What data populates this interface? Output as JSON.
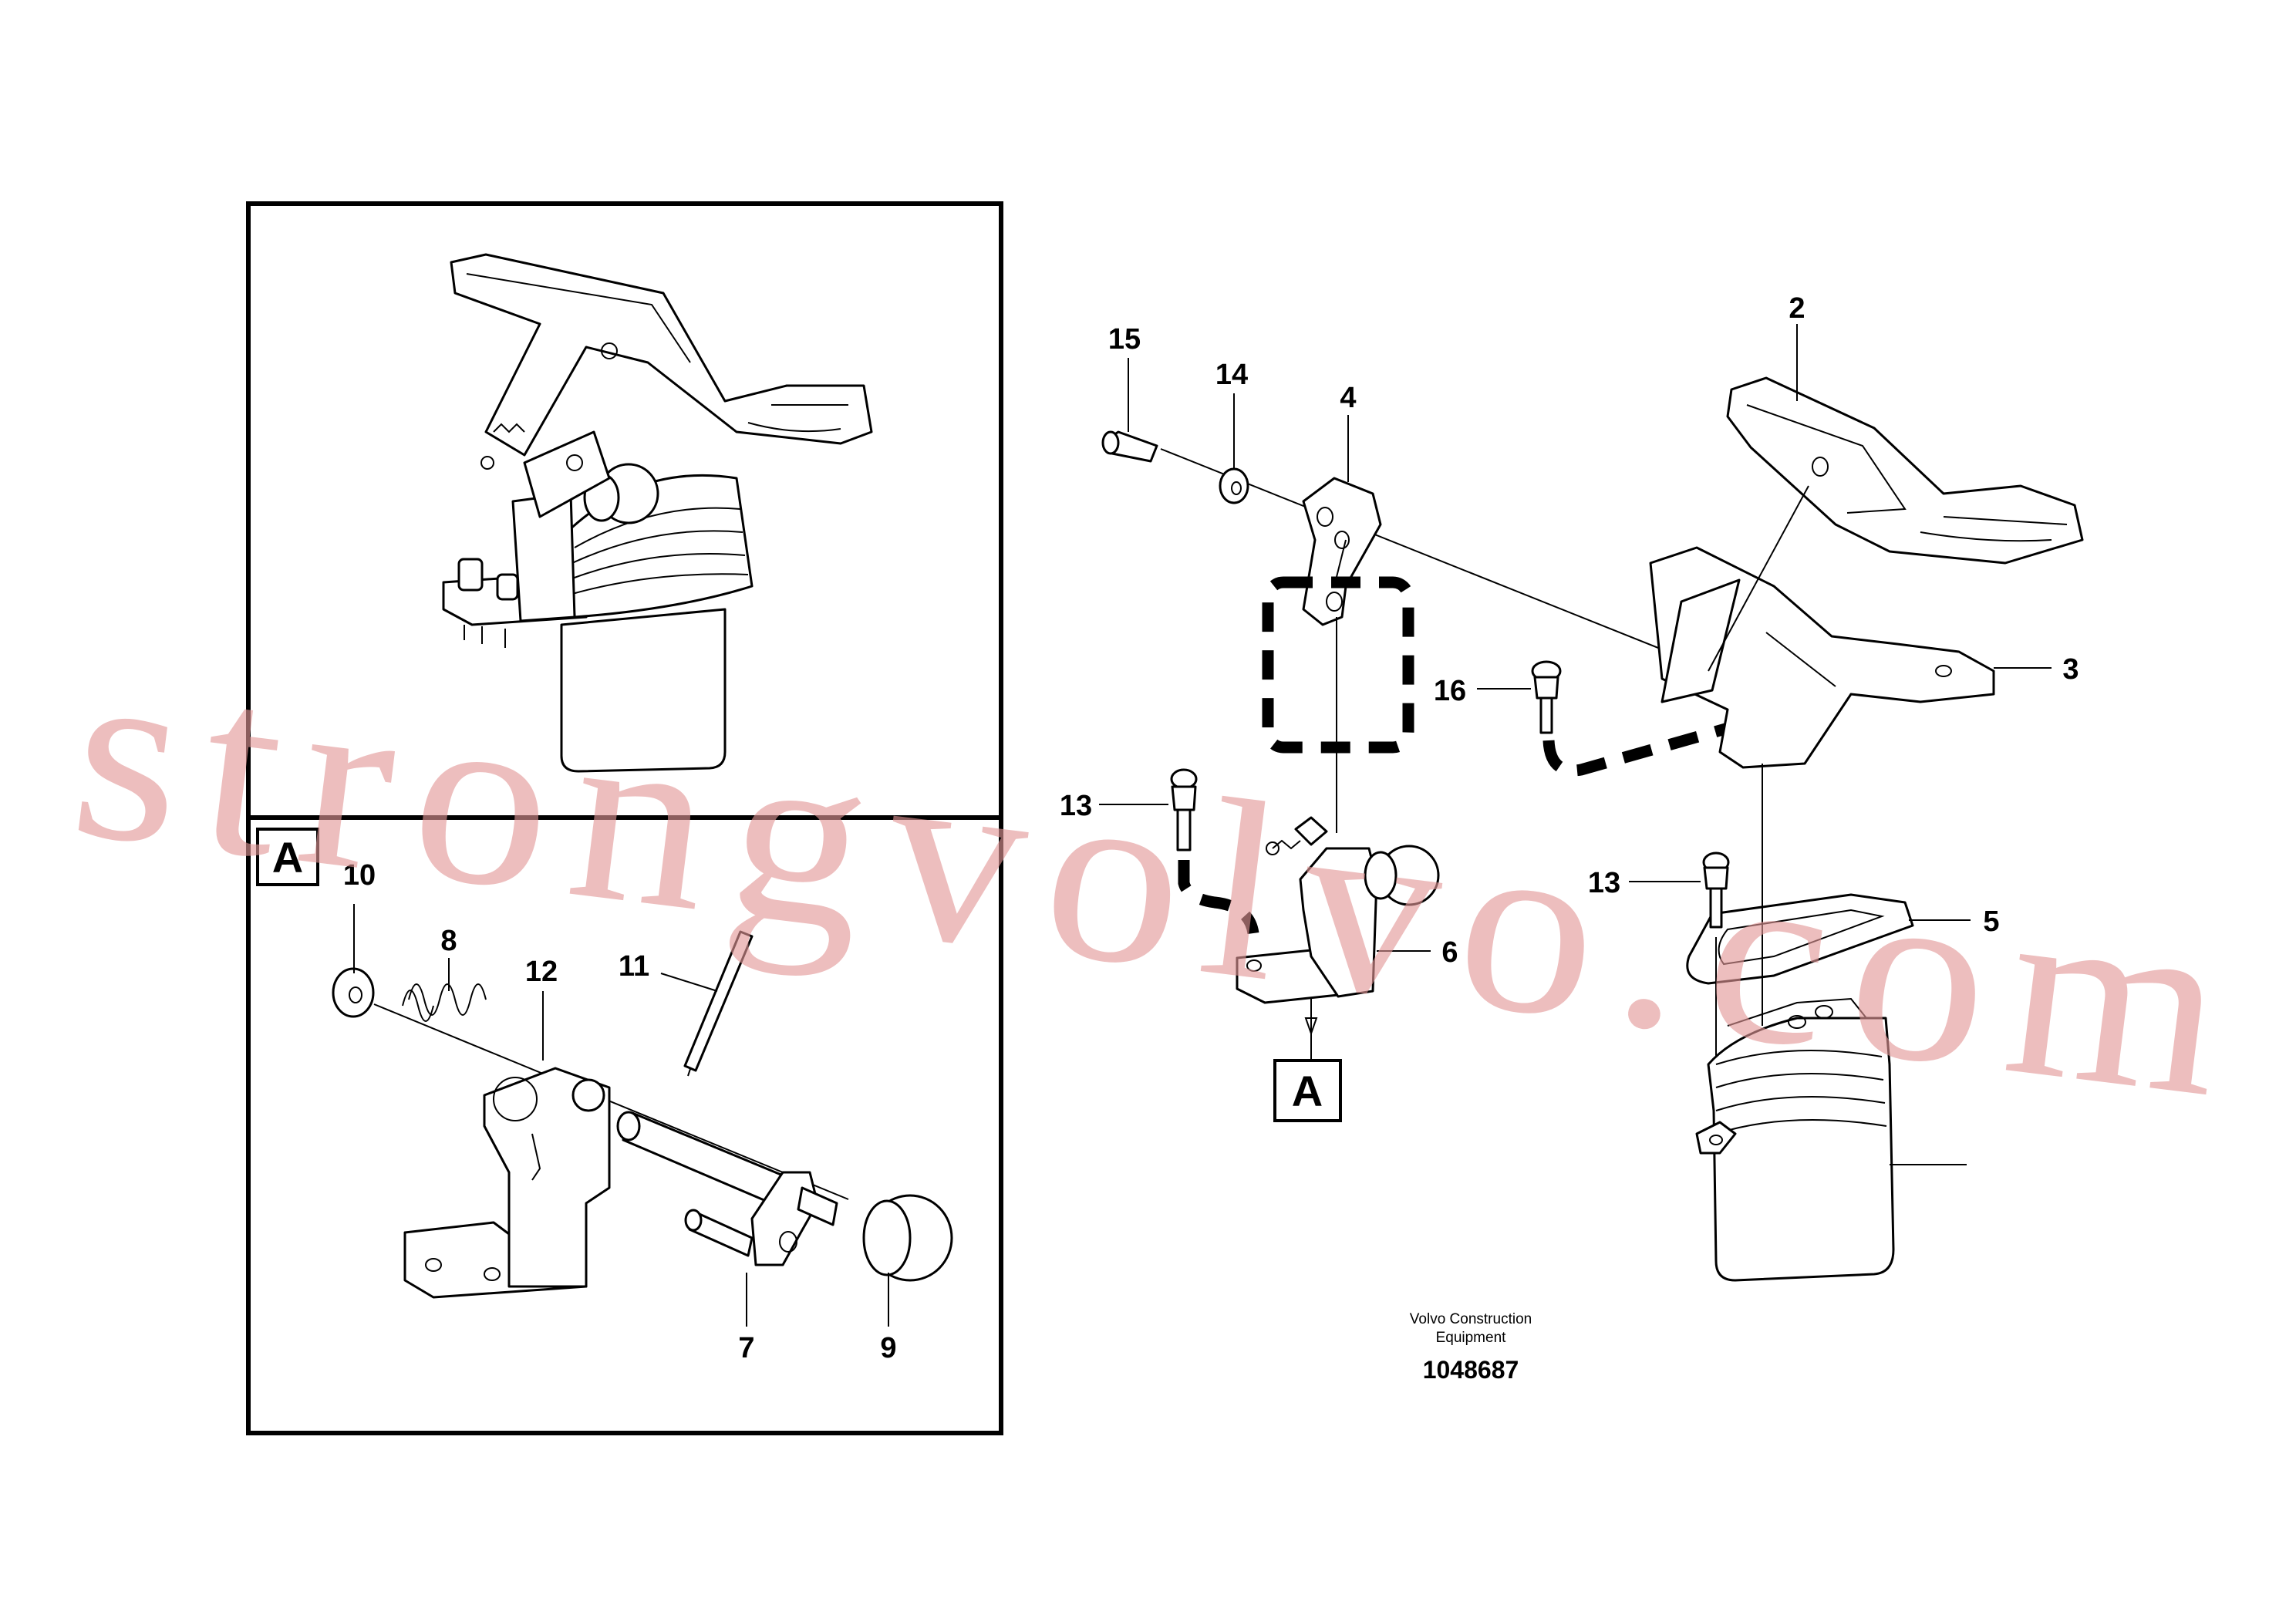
{
  "diagram": {
    "inset_label": "A",
    "callouts": {
      "c2": "2",
      "c3": "3",
      "c4": "4",
      "c5": "5",
      "c6": "6",
      "c7": "7",
      "c8": "8",
      "c9": "9",
      "c10": "10",
      "c11": "11",
      "c12": "12",
      "c13a": "13",
      "c13b": "13",
      "c14": "14",
      "c15": "15",
      "c16": "16"
    },
    "reference_label": "A",
    "credit_line1": "Volvo Construction",
    "credit_line2": "Equipment",
    "drawing_number": "1048687",
    "watermark": "strongvolvo.com"
  }
}
